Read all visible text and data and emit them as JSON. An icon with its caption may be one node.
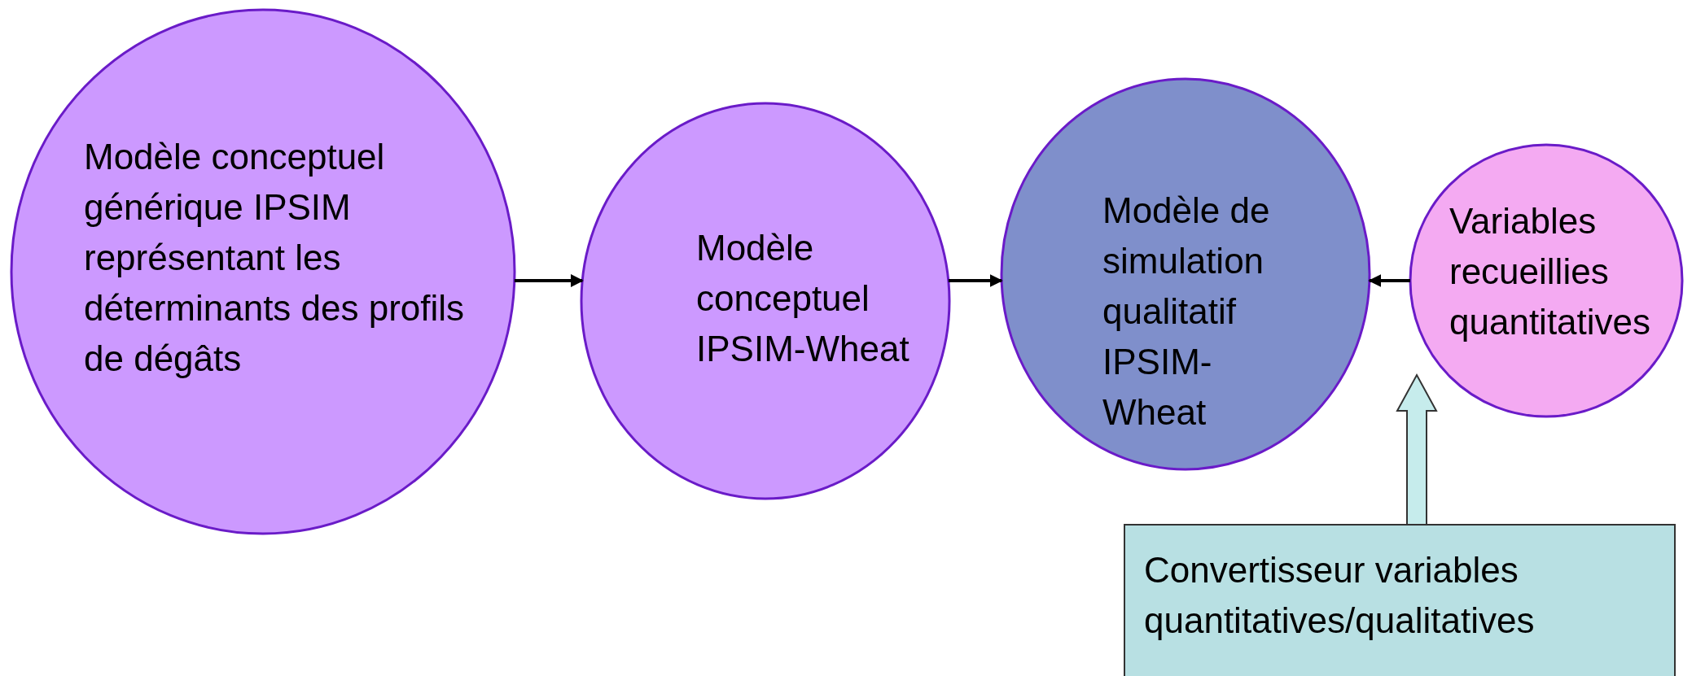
{
  "diagram": {
    "nodes": [
      {
        "text": [
          "Modèle conceptuel générique IPSIM représentant les déterminants des profils de dégâts"
        ]
      },
      {
        "text": [
          "Modèle conceptuel IPSIM-Wheat"
        ]
      },
      {
        "text": [
          "Modèle de simulation qualitatif IPSIM-Wheat"
        ]
      },
      {
        "text": [
          "Variables recueillies quantitatives"
        ]
      },
      {
        "text": [
          "Convertisseur variables quantitatives/qualitatives"
        ]
      }
    ],
    "edges": [
      {
        "from": 0,
        "to": 1,
        "arrow": "to"
      },
      {
        "from": 1,
        "to": 2,
        "arrow": "to"
      },
      {
        "from": 3,
        "to": 2,
        "arrow": "to"
      },
      {
        "from": 4,
        "to": null,
        "arrow": "to",
        "style": "thick",
        "color": "#c6ecec"
      }
    ]
  }
}
